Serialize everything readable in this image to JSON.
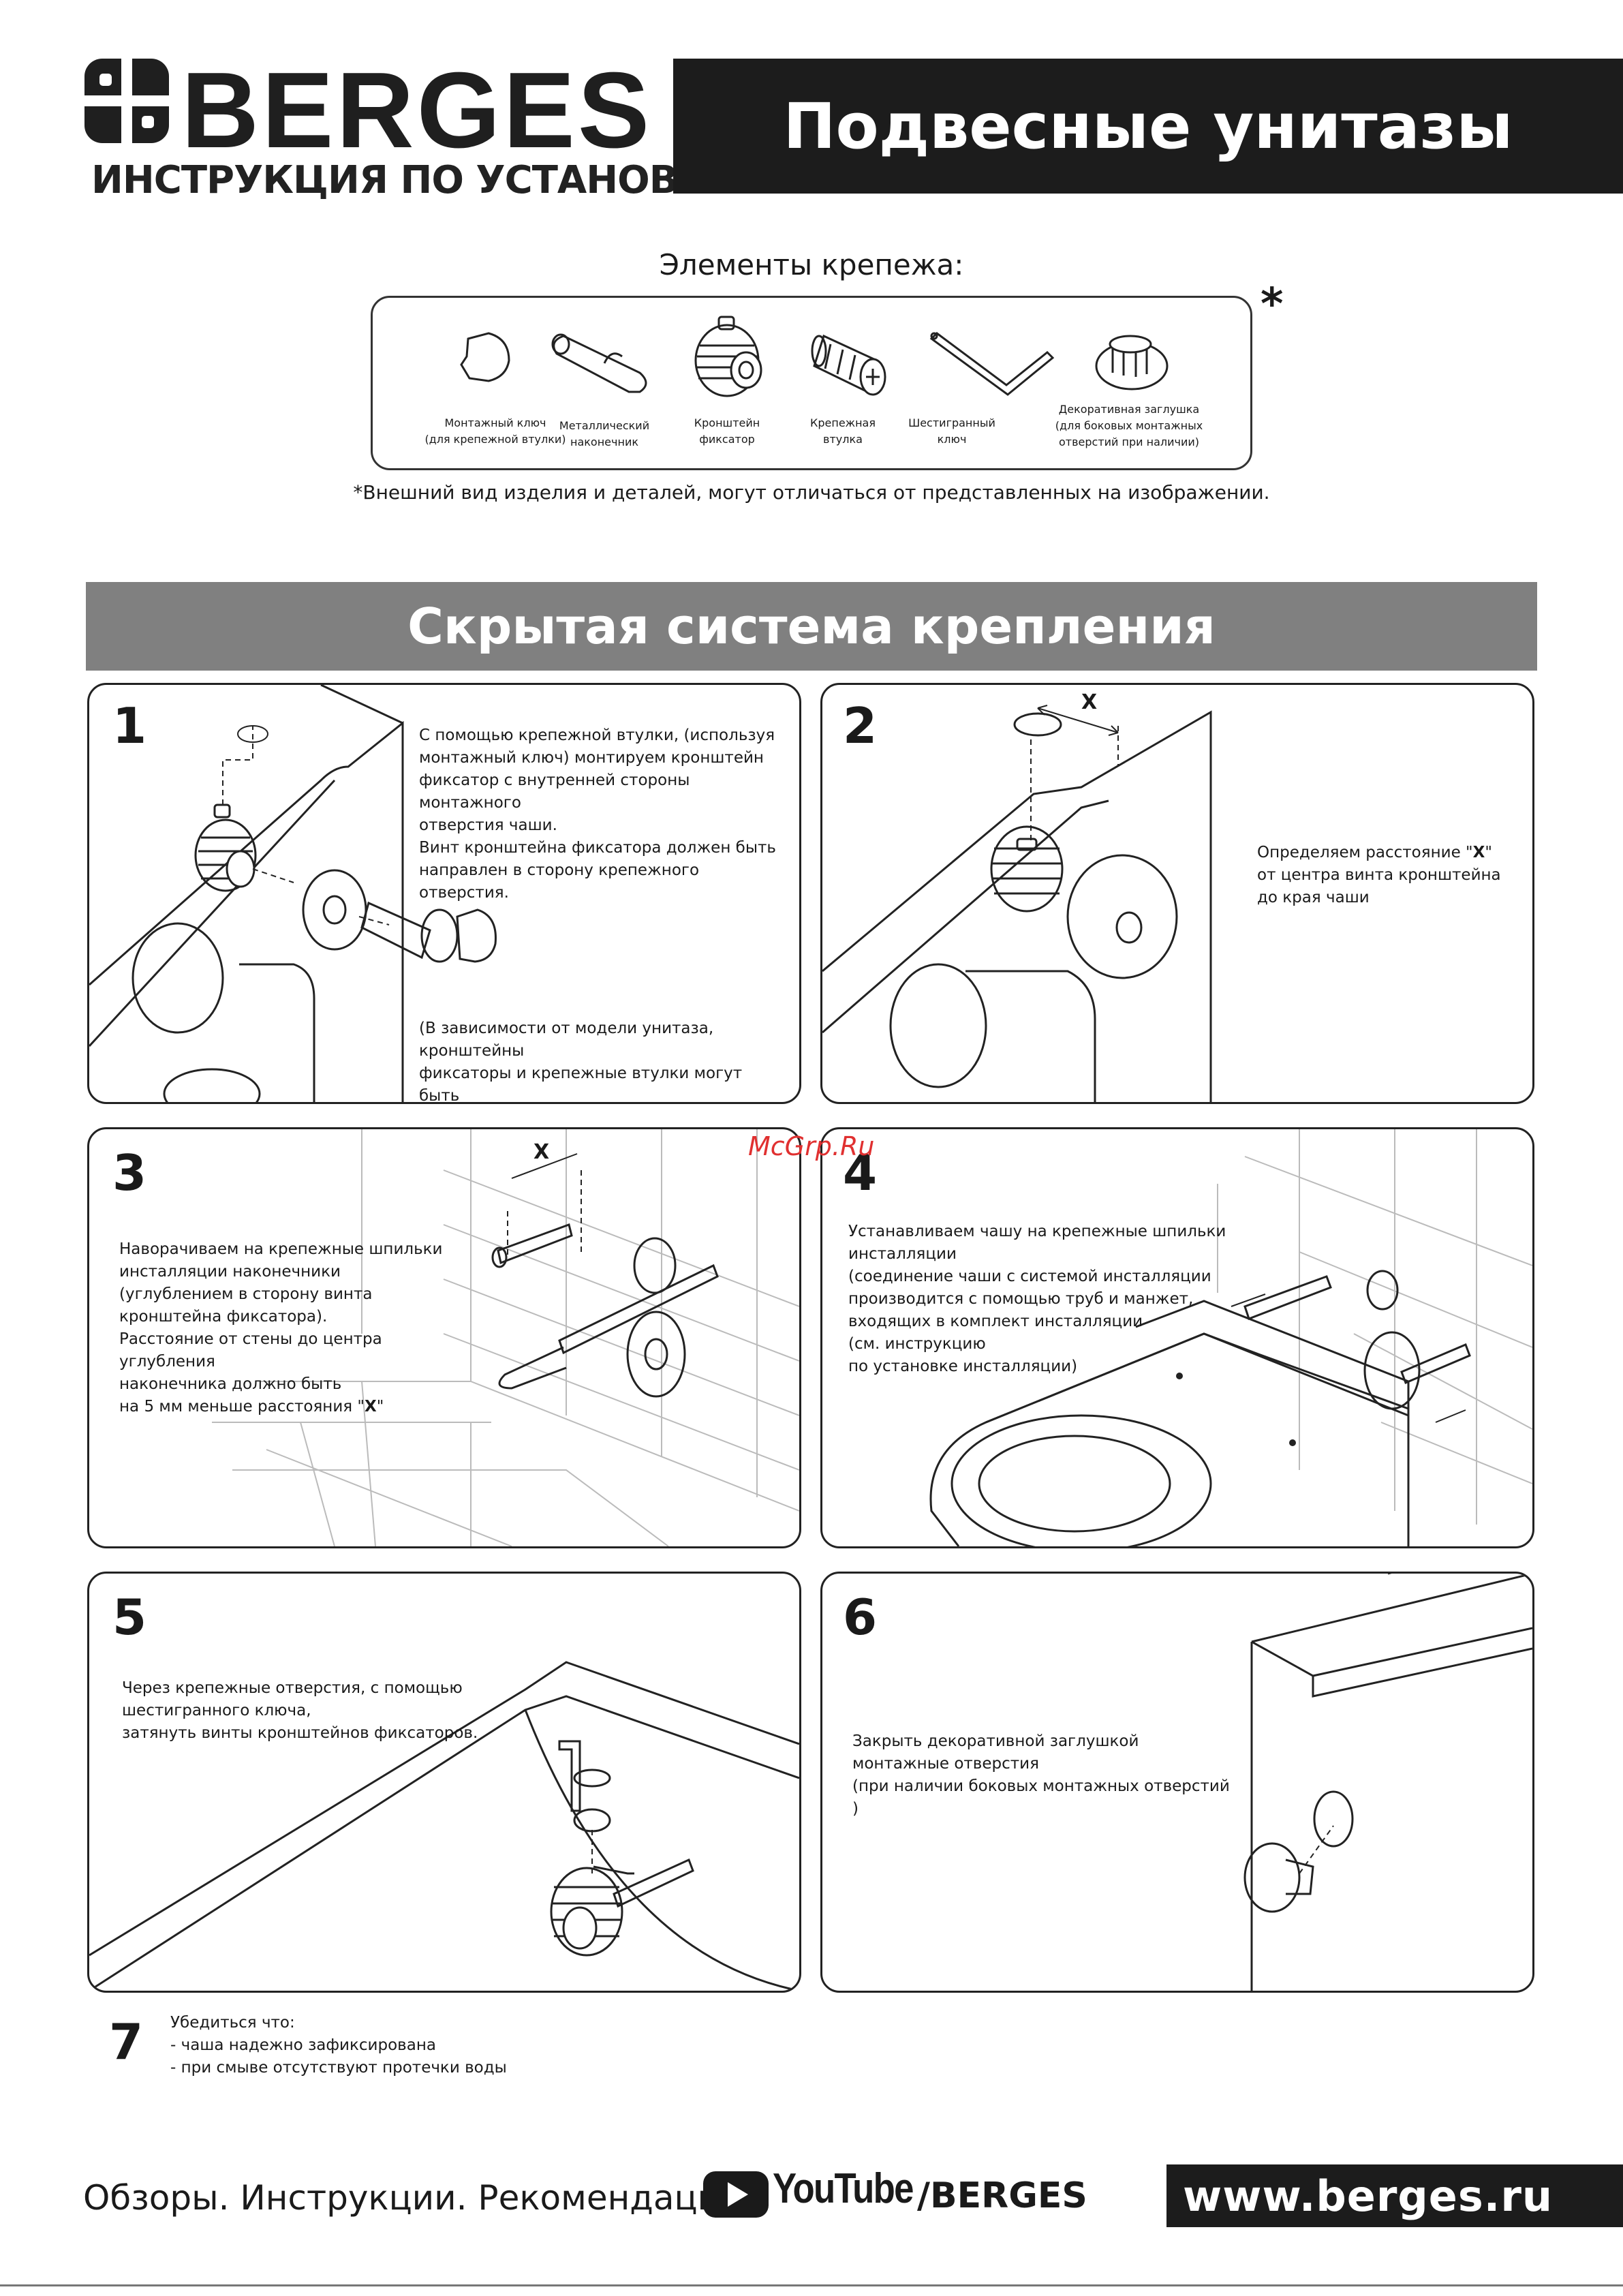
{
  "header": {
    "brand": "BERGES",
    "subtitle": "ИНСТРУКЦИЯ ПО УСТАНОВКЕ",
    "title": "Подвесные унитазы"
  },
  "fasteners": {
    "title": "Элементы крепежа:",
    "asterisk": "*",
    "items": [
      {
        "label": "Монтажный ключ\n(для крепежной втулки)",
        "icon": "mounting-key-icon"
      },
      {
        "label": "Металлический\nнаконечник",
        "icon": "metal-tip-icon"
      },
      {
        "label": "Кронштейн\nфиксатор",
        "icon": "bracket-fixer-icon"
      },
      {
        "label": "Крепежная\nвтулка",
        "icon": "fastening-sleeve-icon"
      },
      {
        "label": "Шестигранный\nключ",
        "icon": "hex-key-icon"
      },
      {
        "label": "Декоративная заглушка\n(для боковых монтажных\nотверстий при наличии)",
        "icon": "decorative-cap-icon"
      }
    ],
    "disclaimer": "*Внешний вид изделия и деталей, могут отличаться от представленных на изображении."
  },
  "section": {
    "title": "Скрытая система крепления"
  },
  "steps": [
    {
      "num": "1",
      "text": "С помощью крепежной втулки, (используя\nмонтажный ключ) монтируем  кронштейн\nфиксатор с внутренней стороны монтажного\nотверстия чаши.\nВинт кронштейна фиксатора должен быть\nнаправлен в сторону крепежного отверстия.",
      "note": "(В зависимости от модели унитаза, кронштейны\nфиксаторы и крепежные втулки могут быть\nустановлены на чашу на производстве)"
    },
    {
      "num": "2",
      "text_before": "Определяем расстояние \"",
      "text_bold": "X",
      "text_after": "\"\nот центра винта кронштейна\nдо края чаши",
      "dim_label": "X"
    },
    {
      "num": "3",
      "text_before": "Наворачиваем на крепежные шпильки\nинсталляции наконечники\n(углублением в сторону винта\nкронштейна фиксатора).\nРасстояние от стены до центра углубления\nнаконечника должно быть\nна 5 мм меньше расстояния \"",
      "text_bold": "X",
      "text_after": "\"",
      "dim_label": "X"
    },
    {
      "num": "4",
      "text": "Устанавливаем чашу на крепежные шпильки инсталляции\n(соединение чаши с системой инсталляции\nпроизводится с помощью труб и манжет,\nвходящих в комплект инсталляции\n(см. инструкцию\nпо установке инсталляции)"
    },
    {
      "num": "5",
      "text": "Через крепежные отверстия, с помощью\nшестигранного ключа,\nзатянуть винты кронштейнов фиксаторов."
    },
    {
      "num": "6",
      "text": "Закрыть декоративной заглушкой\nмонтажные отверстия\n(при наличии боковых монтажных отверстий )"
    },
    {
      "num": "7",
      "text": "     Убедиться что:\n- чаша надежно зафиксирована\n- при смыве отсутствуют протечки воды"
    }
  ],
  "footer": {
    "left": "Обзоры. Инструкции. Рекомендации",
    "youtube": "YouTube",
    "channel": "/BERGES",
    "url": "www.berges.ru"
  },
  "watermark": "McGrp.Ru"
}
